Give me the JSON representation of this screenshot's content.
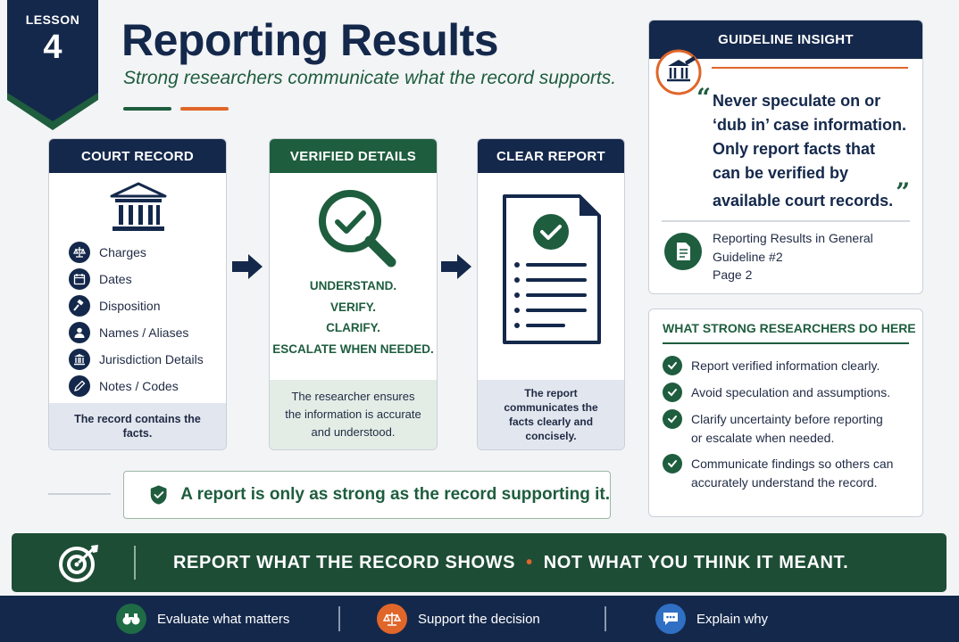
{
  "lesson": {
    "label": "LESSON",
    "number": "4"
  },
  "header": {
    "title": "Reporting Results",
    "subtitle": "Strong researchers communicate what the record supports."
  },
  "court_record": {
    "title": "COURT RECORD",
    "items": [
      "Charges",
      "Dates",
      "Disposition",
      "Names / Aliases",
      "Jurisdiction Details",
      "Notes / Codes"
    ],
    "footer": "The record contains the facts."
  },
  "verified_details": {
    "title": "VERIFIED DETAILS",
    "steps": [
      "UNDERSTAND.",
      "VERIFY.",
      "CLARIFY.",
      "ESCALATE WHEN NEEDED."
    ],
    "footer": "The researcher ensures the information is accurate and understood."
  },
  "clear_report": {
    "title": "CLEAR REPORT",
    "footer": "The report communicates the facts clearly and concisely."
  },
  "statement": "A report is only as strong as the record supporting it.",
  "guideline": {
    "title": "GUIDELINE INSIGHT",
    "quote_lines": [
      "Never speculate on or",
      "‘dub in’ case information.",
      "Only report facts that",
      "can be verified by",
      "available court records."
    ],
    "reference_lines": [
      "Reporting Results in General",
      "Guideline #2",
      "Page 2"
    ]
  },
  "strong_researchers": {
    "title": "WHAT STRONG RESEARCHERS DO HERE",
    "items": [
      [
        "Report verified information clearly."
      ],
      [
        "Avoid speculation and assumptions."
      ],
      [
        "Clarify uncertainty before reporting",
        "or escalate when needed."
      ],
      [
        "Communicate findings so others can",
        "accurately understand the record."
      ]
    ]
  },
  "banner": {
    "part1": "REPORT WHAT THE RECORD SHOWS",
    "separator": "•",
    "part2": "NOT WHAT YOU THINK IT MEANT."
  },
  "footer": {
    "items": [
      {
        "label": "Evaluate what matters",
        "color": "#1e6b45"
      },
      {
        "label": "Support the decision",
        "color": "#e0662a"
      },
      {
        "label": "Explain why",
        "color": "#2f6fc4"
      }
    ]
  },
  "colors": {
    "navy": "#14284b",
    "green": "#1e5d3e",
    "orange": "#e0662a",
    "background": "#f3f4f6"
  },
  "icons": [
    "courthouse-icon",
    "scales-icon",
    "calendar-icon",
    "gavel-icon",
    "person-icon",
    "building-icon",
    "pencil-icon",
    "magnifier-check-icon",
    "document-check-icon",
    "arrow-right-icon",
    "shield-check-icon",
    "quote-icon",
    "file-icon",
    "check-icon",
    "target-icon",
    "binoculars-icon",
    "speech-bubble-icon"
  ]
}
